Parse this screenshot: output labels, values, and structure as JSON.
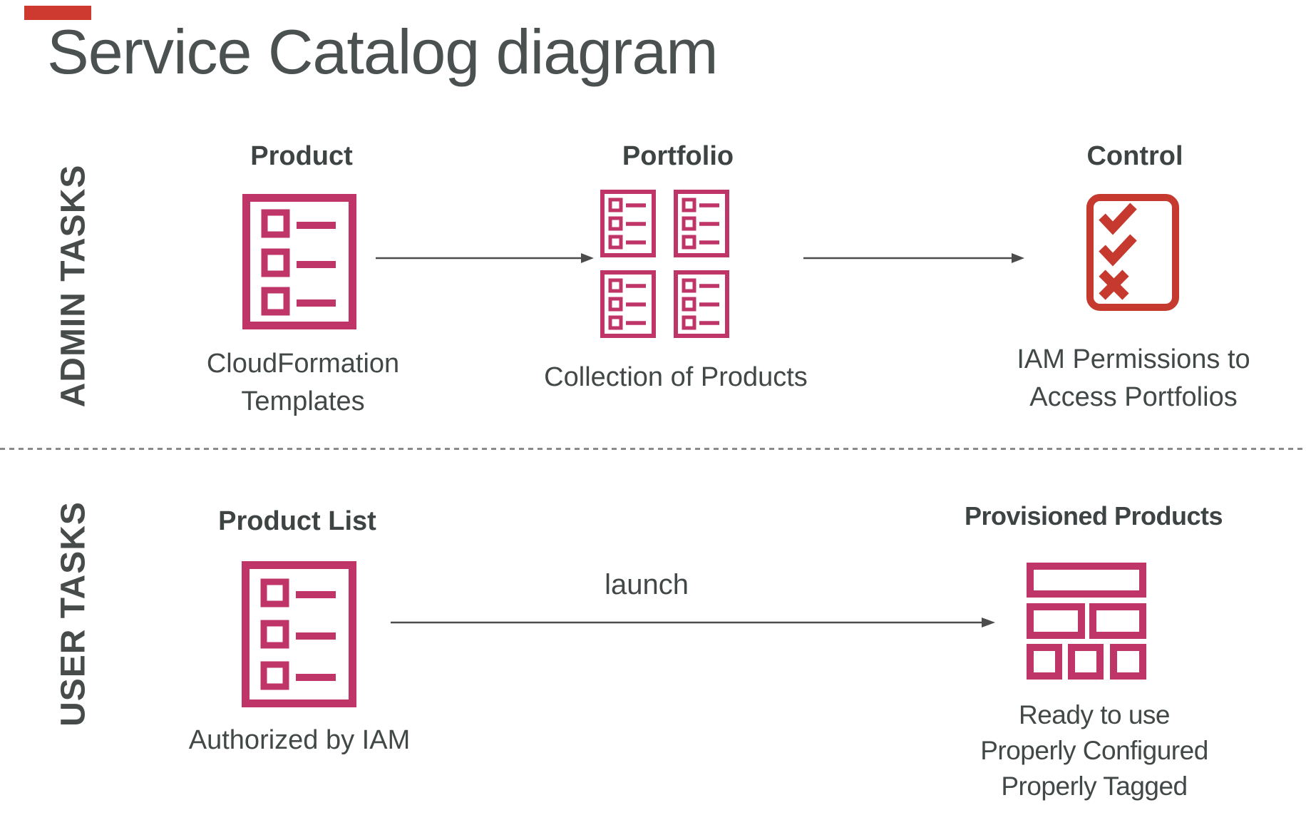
{
  "title": "Service Catalog diagram",
  "colors": {
    "crimson": "#c03568",
    "control-red": "#c5392e",
    "text-title": "#4b5150",
    "text-heading": "#3d4443",
    "text-caption": "#414847",
    "label-gray": "#474c4b",
    "arrow-gray": "#4c4c4c",
    "divider-gray": "#8a8a8a",
    "accent-bar": "#cf3a30"
  },
  "admin": {
    "label": "ADMIN TASKS",
    "product": {
      "heading": "Product",
      "caption_lines": [
        "CloudFormation",
        "Templates"
      ],
      "icon": "list-document-icon"
    },
    "portfolio": {
      "heading": "Portfolio",
      "caption_lines": [
        "Collection of Products"
      ],
      "icon": "portfolio-grid-icon"
    },
    "control": {
      "heading": "Control",
      "caption_lines": [
        "IAM Permissions to",
        "Access Portfolios"
      ],
      "icon": "checklist-icon"
    }
  },
  "user": {
    "label": "USER TASKS",
    "product_list": {
      "heading": "Product List",
      "caption_lines": [
        "Authorized by IAM"
      ],
      "icon": "list-document-icon"
    },
    "launch_label": "launch",
    "provisioned": {
      "heading": "Provisioned Products",
      "caption_lines": [
        "Ready to use",
        "Properly Configured",
        "Properly Tagged"
      ],
      "icon": "provisioned-blocks-icon"
    }
  }
}
